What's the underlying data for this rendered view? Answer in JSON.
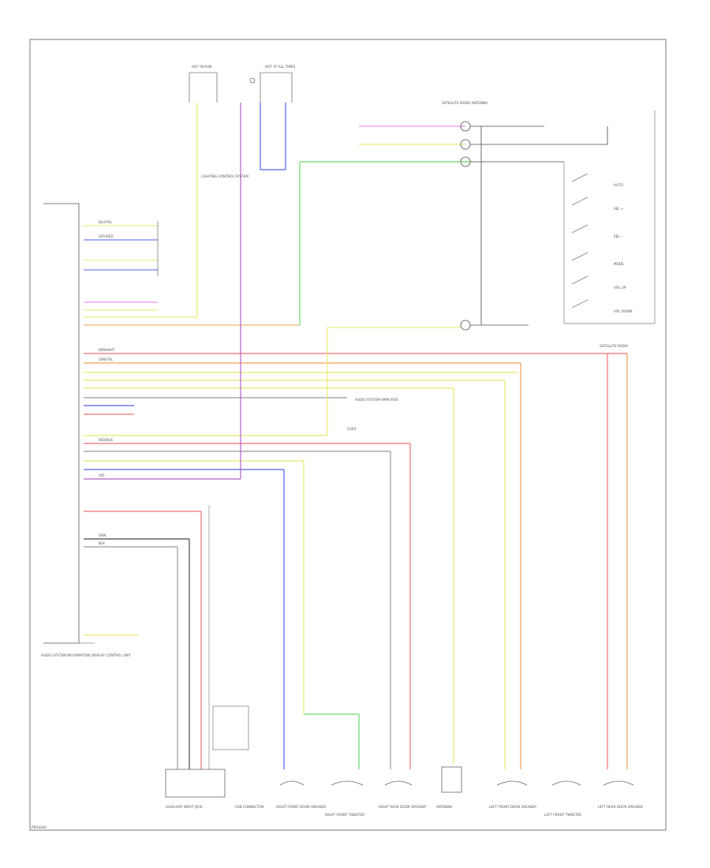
{
  "figure_id": "PN34294",
  "top_connectors": {
    "left_title": "HOT IN RUN",
    "right_title": "HOT AT ALL TIMES"
  },
  "labels": {
    "module_name": "AUDIO SYSTEM INFORMATION DISPLAY CONTROL UNIT",
    "switch_block": "SATELLITE RADIO",
    "antenna_note": "SATELLITE RADIO ANTENNA",
    "mid_label": "LIGHTING CONTROL SYSTEM",
    "amp_note": "AUDIO SYSTEM AMPLIFIER",
    "gnd": "G204"
  },
  "switch_labels": [
    "AUTO",
    "SEL +",
    "SEL -",
    "MODE",
    "VOL UP",
    "VOL DOWN"
  ],
  "bottom_labels": [
    "AUXILIARY INPUT JACK",
    "USB CONNECTOR",
    "RIGHT FRONT DOOR SPEAKER",
    "RIGHT FRONT TWEETER",
    "RIGHT REAR DOOR SPEAKER",
    "ANTENNA",
    "LEFT FRONT DOOR SPEAKER",
    "LEFT FRONT TWEETER",
    "LEFT REAR DOOR SPEAKER"
  ],
  "wire_colors": [
    "BLU/YEL",
    "GRY/RED",
    "BRN/WHT",
    "GRN/YEL",
    "RED/BLK",
    "VIO",
    "ORN",
    "BLK"
  ],
  "colors": {
    "frame": "#777777",
    "yellow": "#e8e86a",
    "violet": "#b060c8",
    "blue": "#5060e8",
    "green": "#6ad86a",
    "red": "#f07070",
    "orange": "#f0a050",
    "pink": "#e878e8",
    "gray": "#999999"
  }
}
